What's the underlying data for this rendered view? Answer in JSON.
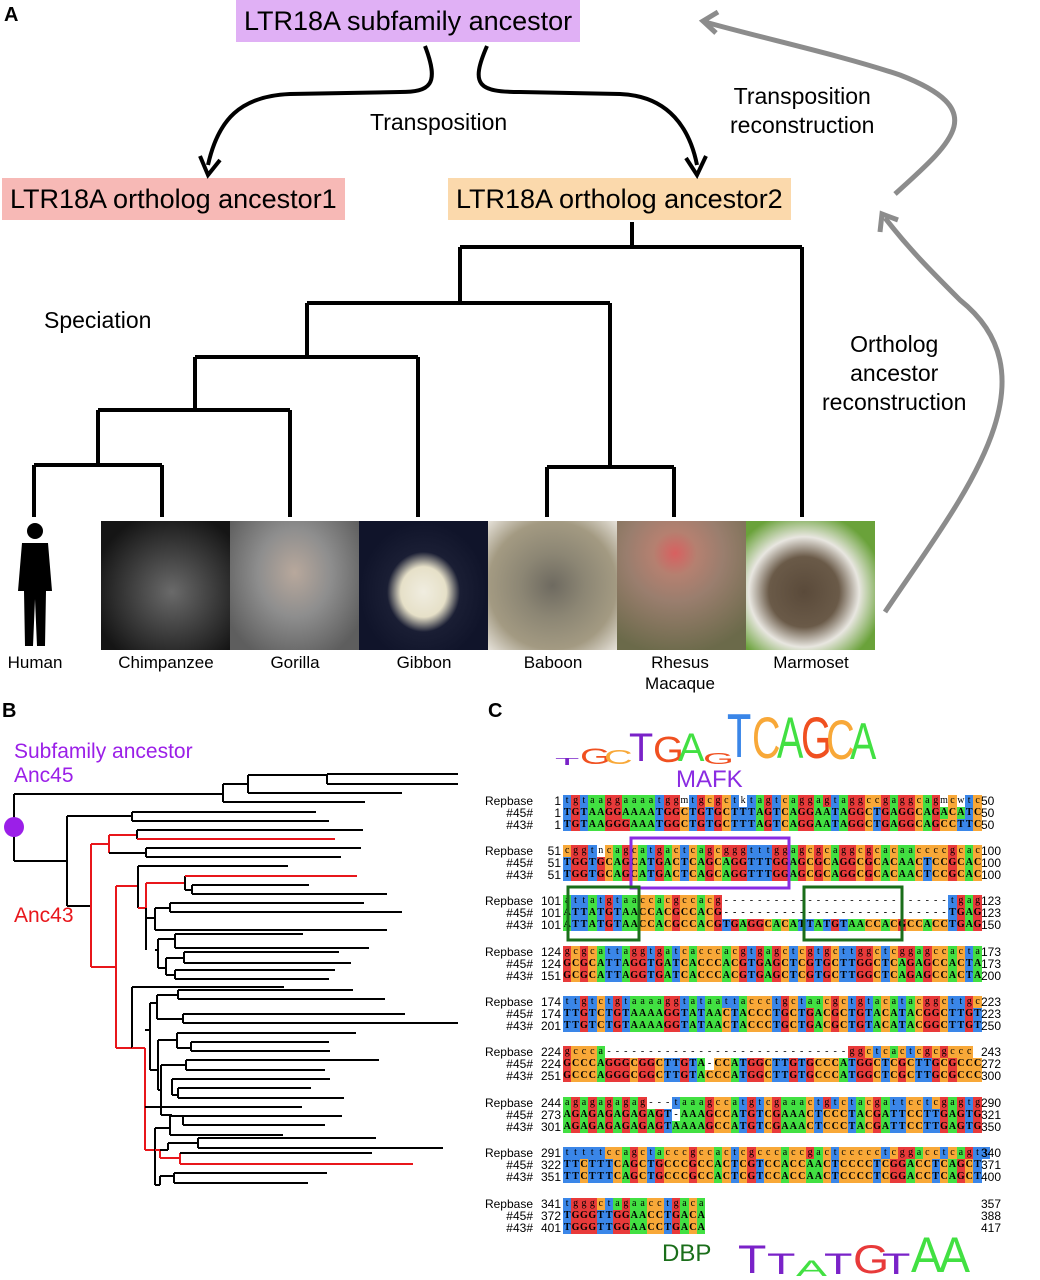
{
  "panel_a": {
    "label": "A",
    "subfamily_ancestor": "LTR18A subfamily ancestor",
    "ortholog_ancestor1": "LTR18A ortholog ancestor1",
    "ortholog_ancestor2": "LTR18A ortholog ancestor2",
    "transposition": "Transposition",
    "transposition_reconstruction": [
      "Transposition",
      "reconstruction"
    ],
    "speciation": "Speciation",
    "ortholog_ancestor_reconstruction": [
      "Ortholog",
      "ancestor",
      "reconstruction"
    ],
    "colors": {
      "subfamily_box": "#e0b0f5",
      "ortholog1_box": "#f7b9b6",
      "ortholog2_box": "#fbd9ac",
      "reconstruction_arrow": "#8c8c8c"
    },
    "species": [
      {
        "name": "Human",
        "image": "human-silhouette"
      },
      {
        "name": "Chimpanzee",
        "image": "chimpanzee-photo"
      },
      {
        "name": "Gorilla",
        "image": "gorilla-photo"
      },
      {
        "name": "Gibbon",
        "image": "gibbon-photo"
      },
      {
        "name": "Baboon",
        "image": "baboon-photo"
      },
      {
        "name": "Rhesus Macaque",
        "image": "rhesus-macaque-photo"
      },
      {
        "name": "Marmoset",
        "image": "marmoset-photo"
      }
    ]
  },
  "panel_b": {
    "label": "B",
    "subfamily_ancestor_label": "Subfamily ancestor",
    "anc45_label": "Anc45",
    "anc43_label": "Anc43",
    "colors": {
      "anc45": "#9b1fe8",
      "anc43": "#e8161b",
      "tree": "#000000"
    }
  },
  "panel_c": {
    "label": "C",
    "mafk_label": "MAFK",
    "dbp_label": "DBP",
    "colors": {
      "A": "#42e042",
      "C": "#f8a838",
      "G": "#e83a3a",
      "T": "#3a86e8",
      "mafk": "#8a2be2",
      "dbp": "#1a6e1a"
    },
    "mafk_logo": "TGCTGAGTCAGCA",
    "dbp_logo": "TTATGTAA",
    "blocks": [
      {
        "rows": [
          {
            "name": "Repbase",
            "start": "1",
            "seq": "tgtaaggaaaatggmtgcgctktagtcaggagtaggccgaggcagmcwtc",
            "end": "50"
          },
          {
            "name": "#45#",
            "start": "1",
            "seq": "TGTAAGGAAAATGGCTGTGCTTTAGTCAGGAATAGGCTGAGGCAGACATC",
            "end": "50"
          },
          {
            "name": "#43#",
            "start": "1",
            "seq": "TGTAAGGGAAATGGCTGTGCTTTAGTCAGGAATAGGCTGAGGCAGCCTTC",
            "end": "50"
          }
        ]
      },
      {
        "rows": [
          {
            "name": "Repbase",
            "start": "51",
            "seq": "cggtncagcatgactcagcgggtttggagcgcaggcgcacaaccccgcac",
            "end": "100"
          },
          {
            "name": "#45#",
            "start": "51",
            "seq": "TGGTGCAGCATGACTCAGCAGGTTTGGAGCGCAGGCGCACAACTCCGCAC",
            "end": "100"
          },
          {
            "name": "#43#",
            "start": "51",
            "seq": "TGGTGCAGCATGACTCAGCAGGTTTGGAGCGCAGGCGCACAACTCCGCAC",
            "end": "100"
          }
        ]
      },
      {
        "rows": [
          {
            "name": "Repbase",
            "start": "101",
            "seq": "attatgtaaccacgccacg---------------------------tgag",
            "end": "123"
          },
          {
            "name": "#45#",
            "start": "101",
            "seq": "ATTATGTAACCACGCCACG---------------------------TGAG",
            "end": "123"
          },
          {
            "name": "#43#",
            "start": "101",
            "seq": "ATTATGTAACCACGCCACGTGAGGCACATTATGTAACCACGCCACCTGAG",
            "end": "150"
          }
        ]
      },
      {
        "rows": [
          {
            "name": "Repbase",
            "start": "124",
            "seq": "gcgcattaggtgatcacccacgtgagctcgtgcttggctcggagccacta",
            "end": "173"
          },
          {
            "name": "#45#",
            "start": "124",
            "seq": "GCGCATTAGGTGATCACCCACGTGAGCTCGTGCTTGGCTCAGAGCCACTA",
            "end": "173"
          },
          {
            "name": "#43#",
            "start": "151",
            "seq": "GCGCATTAGGTGATCACCCACGTGAGCTCGTGCTTGGCTCAGAGCCACTA",
            "end": "200"
          }
        ]
      },
      {
        "rows": [
          {
            "name": "Repbase",
            "start": "174",
            "seq": "ttgtctgtaaaaggtataattaccctgctaacgctgtacatacggcttgc",
            "end": "223"
          },
          {
            "name": "#45#",
            "start": "174",
            "seq": "TTGTCTGTAAAAGGTATAACTACCCTGCTGACGCTGTACATACGGCTTGT",
            "end": "223"
          },
          {
            "name": "#43#",
            "start": "201",
            "seq": "TTGTCTGTAAAAGGTATAACTACCCTGCTGACGCTGTACATACGGCTTGT",
            "end": "250"
          }
        ]
      },
      {
        "rows": [
          {
            "name": "Repbase",
            "start": "224",
            "seq": "gccca-----------------------------ggctcactcgcgccc",
            "end": "243"
          },
          {
            "name": "#45#",
            "start": "224",
            "seq": "GCCCAGGGCGGCTTGTA-CCATGGCTTGTGCCCATGGCTCGCTTGCGCCC",
            "end": "272"
          },
          {
            "name": "#43#",
            "start": "251",
            "seq": "GCCCAGGGCGGCTTGTACCCATGGCTTGTGCCCATGGCTCGCTTGCGCCC",
            "end": "300"
          }
        ]
      },
      {
        "rows": [
          {
            "name": "Repbase",
            "start": "244",
            "seq": "agagagagag---taaagccatgtcgaaactgtctacgattcctcgagtg",
            "end": "290"
          },
          {
            "name": "#45#",
            "start": "273",
            "seq": "AGAGAGAGAGAGT-AAAGCCATGTCGAAACTCCCTACGATTCCTTGAGTG",
            "end": "321"
          },
          {
            "name": "#43#",
            "start": "301",
            "seq": "AGAGAGAGAGAGTAAAAGCCATGTCGAAACTCCCTACGATTCCTTGAGTG",
            "end": "350"
          }
        ]
      },
      {
        "rows": [
          {
            "name": "Repbase",
            "start": "291",
            "seq": "tttttccagctacccgccactcgcccaccgactccccctcggacctcagtt",
            "end": "340"
          },
          {
            "name": "#45#",
            "start": "322",
            "seq": "TTCTTTCAGCTGCCCGCCACTCGTCCACCAACTCCCCTCGGACCTCAGCT",
            "end": "371"
          },
          {
            "name": "#43#",
            "start": "351",
            "seq": "TTCTTTCAGCTGCCCGCCACTCGTCCACCAACTCCCCTCGGACCTCAGCT",
            "end": "400"
          }
        ]
      },
      {
        "rows": [
          {
            "name": "Repbase",
            "start": "341",
            "seq": "tgggctagaacctgaca",
            "end": "357"
          },
          {
            "name": "#45#",
            "start": "372",
            "seq": "TGGGTTGGAACCTGACA",
            "end": "388"
          },
          {
            "name": "#43#",
            "start": "401",
            "seq": "TGGGTTGGAACCTGACA",
            "end": "417"
          }
        ]
      }
    ]
  }
}
